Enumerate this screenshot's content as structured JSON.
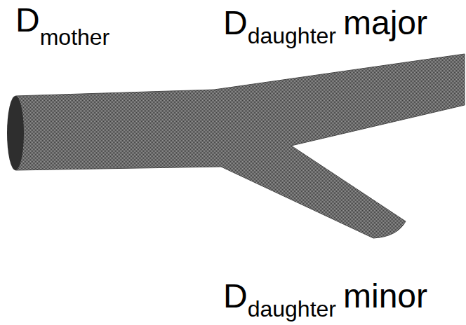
{
  "diagram": {
    "labels": [
      "D",
      "mother",
      "D",
      "daughter",
      "major",
      "D",
      "daughter",
      "minor"
    ]
  }
}
